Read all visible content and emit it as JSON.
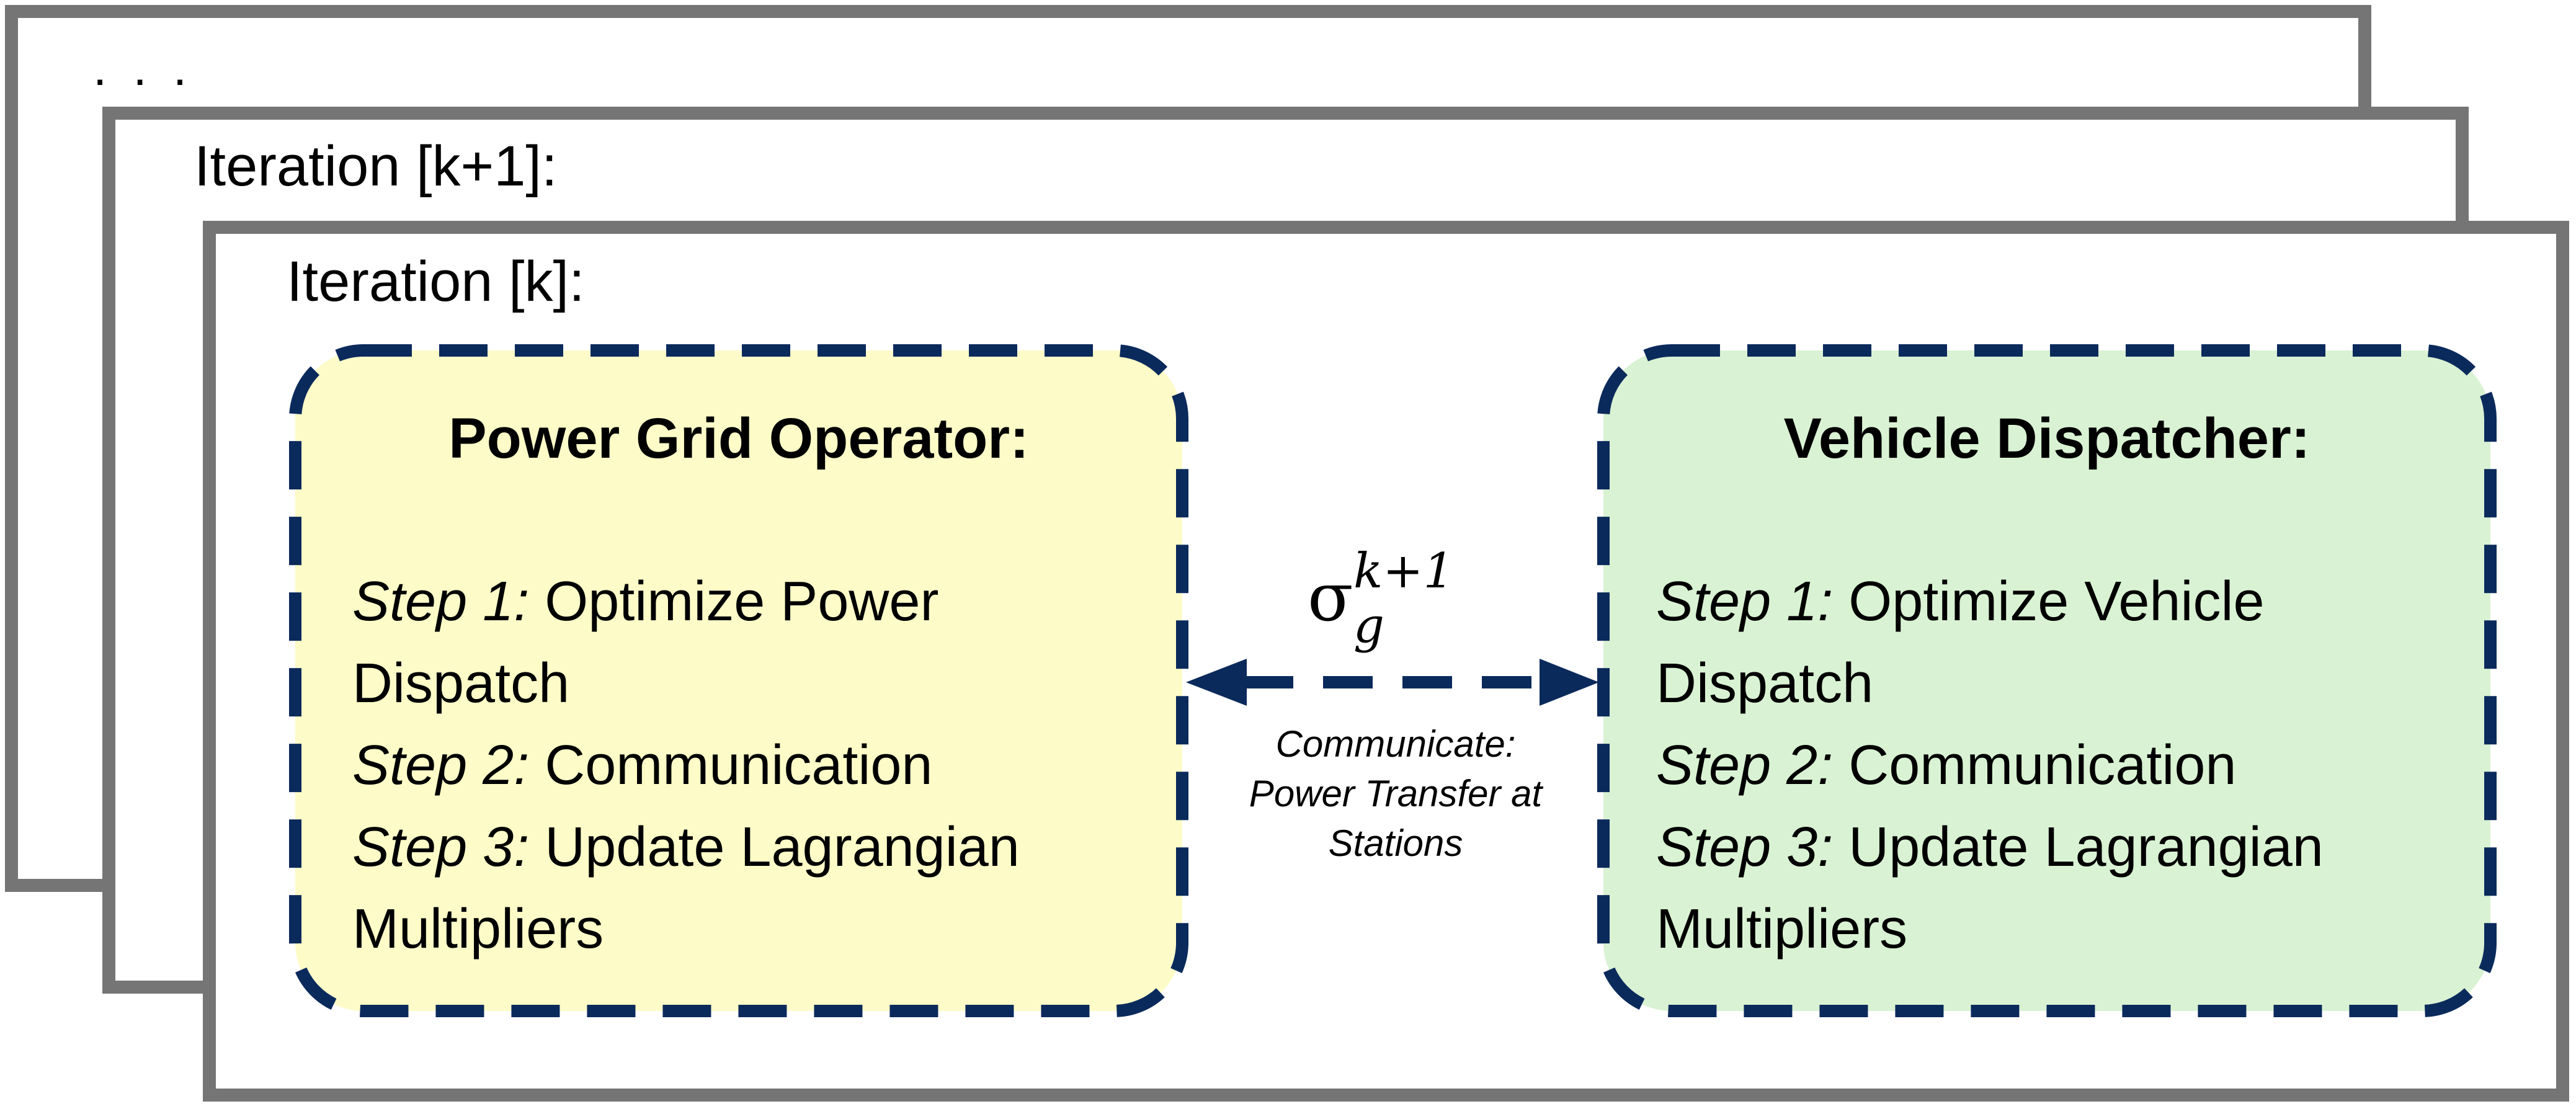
{
  "frames": {
    "back_label": ". . .",
    "mid_label": "Iteration [k+1]:",
    "front_label": "Iteration [k]:"
  },
  "grid_operator": {
    "title": "Power Grid Operator:",
    "steps": [
      {
        "label": "Step 1:",
        "text": " Optimize Power"
      },
      {
        "label": "",
        "text": "Dispatch"
      },
      {
        "label": "Step 2:",
        "text": " Communication"
      },
      {
        "label": "Step 3:",
        "text": " Update Lagrangian"
      },
      {
        "label": "",
        "text": "Multipliers"
      }
    ]
  },
  "vehicle_dispatcher": {
    "title": "Vehicle Dispatcher:",
    "steps": [
      {
        "label": "Step 1:",
        "text": " Optimize Vehicle"
      },
      {
        "label": "",
        "text": "Dispatch"
      },
      {
        "label": "Step 2:",
        "text": " Communication"
      },
      {
        "label": "Step 3:",
        "text": " Update Lagrangian"
      },
      {
        "label": "",
        "text": "Multipliers"
      }
    ]
  },
  "link": {
    "symbol": "σ",
    "subscript": "g",
    "superscript": "k+1",
    "caption_lines": [
      "Communicate:",
      "Power Transfer at",
      "Stations"
    ]
  },
  "colors": {
    "frame_border": "#757575",
    "dash_border": "#0b2a5c",
    "grid_fill": "#fdfcc8",
    "vehicle_fill": "#d9f2d3"
  }
}
